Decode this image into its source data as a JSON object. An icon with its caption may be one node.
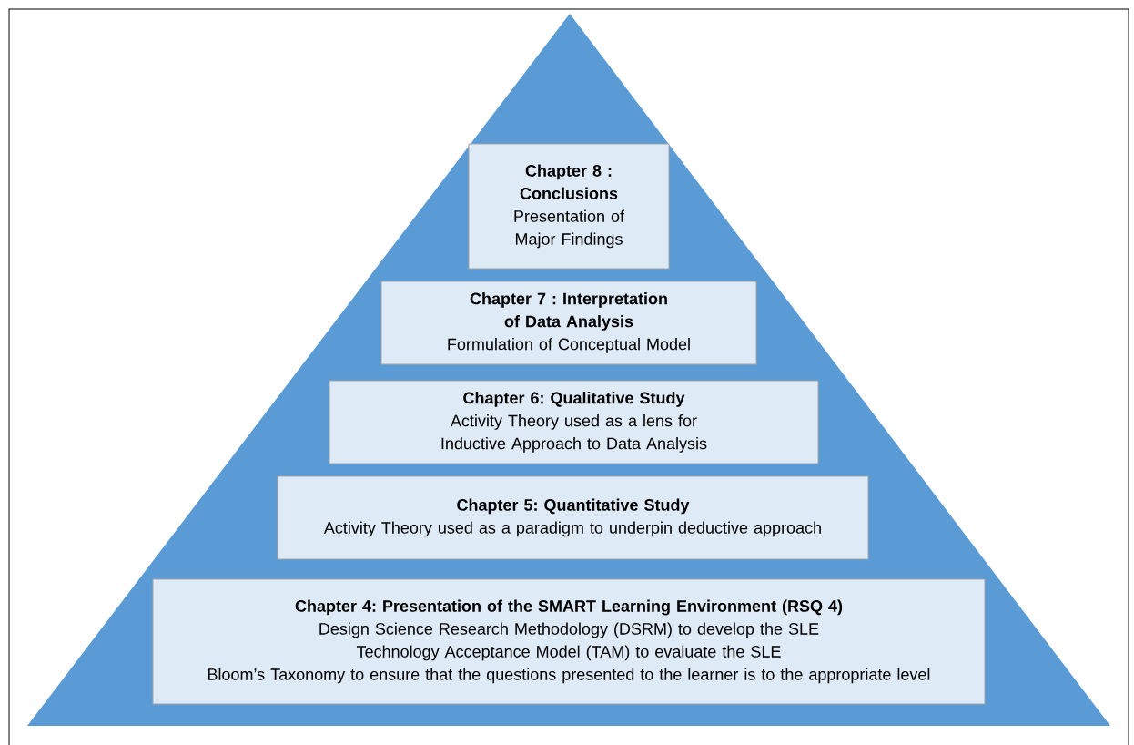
{
  "diagram": {
    "nodes": [
      {
        "text": [],
        "shape": "triangle"
      },
      {
        "text": [
          "Chapter 8 : Conclusions",
          "Presentation of Major Findings"
        ],
        "in": 0
      },
      {
        "text": [
          "Chapter 7 : Interpretation of Data Analysis",
          "Formulation of Conceptual Model"
        ],
        "in": 0
      },
      {
        "text": [
          "Chapter 6: Qualitative Study",
          "Activity Theory used as a lens for Inductive Approach to Data Analysis"
        ],
        "in": 0
      },
      {
        "text": [
          "Chapter 5: Quantitative Study",
          "Activity Theory used as a paradigm to underpin deductive approach"
        ],
        "in": 0
      },
      {
        "text": [
          "Chapter 4: Presentation of the SMART Learning Environment (RSQ 4)",
          "Design Science Research Methodology (DSRM) to develop the SLE",
          "Technology Acceptance Model (TAM) to evaluate the SLE",
          "Bloom’s Taxonomy to ensure that the questions presented to the learner is to the appropriate level"
        ],
        "in": 0
      }
    ]
  }
}
